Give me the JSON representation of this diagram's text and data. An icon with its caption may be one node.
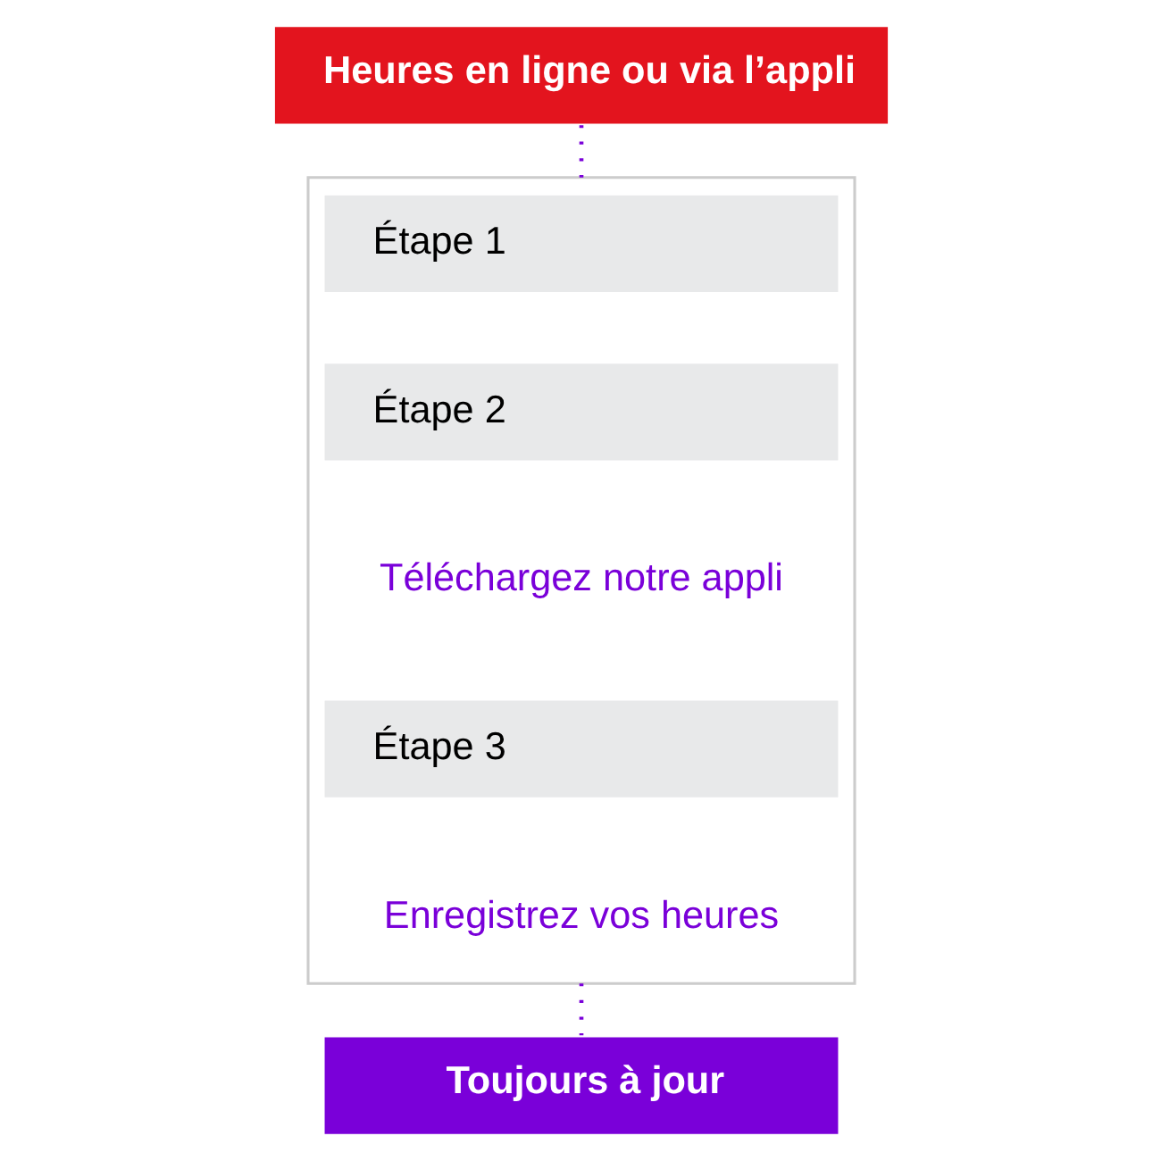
{
  "diagram": {
    "nodes": [
      {
        "text": [
          "Heures en ligne ou via l’appli"
        ]
      },
      {
        "text": [],
        "shape": "box"
      },
      {
        "text": [
          "Étape 1"
        ],
        "in": 1
      },
      {
        "text": [
          "Étape 2"
        ],
        "in": 1
      },
      {
        "text": [
          "Téléchargez notre appli"
        ],
        "in": 1
      },
      {
        "text": [
          "Étape 3"
        ],
        "in": 1
      },
      {
        "text": [
          "Enregistrez vos heures"
        ],
        "in": 1
      },
      {
        "text": [
          "Toujours à jour"
        ]
      }
    ],
    "edges": [
      {
        "from": 0,
        "to": 1,
        "arrow": "none",
        "style": "dashed"
      },
      {
        "from": 1,
        "to": 7,
        "arrow": "none",
        "style": "dashed"
      }
    ]
  }
}
